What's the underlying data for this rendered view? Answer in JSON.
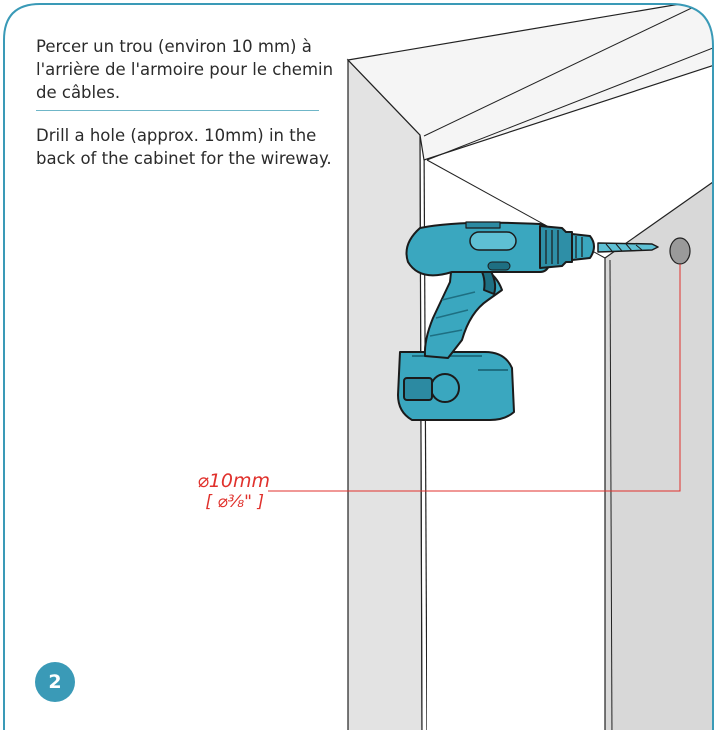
{
  "instructions": {
    "fr": "Percer un trou (environ 10 mm) à l'arrière de l'armoire pour le chemin de câbles.",
    "en": "Drill a hole (approx. 10mm) in the back of the cabinet for the wireway."
  },
  "step_number": "2",
  "dimension": {
    "metric": "⌀10mm",
    "imperial": "[ ⌀⅜\" ]"
  },
  "colors": {
    "frame": "#3a9ab7",
    "badge": "#3a9ab7",
    "drill_body": "#3aa7bf",
    "drill_dark": "#1e6f82",
    "dimension_line": "#e0312c",
    "cabinet_side": "#e4e4e4",
    "cabinet_back": "#d5d5d5",
    "cabinet_front": "#f7f7f7"
  }
}
